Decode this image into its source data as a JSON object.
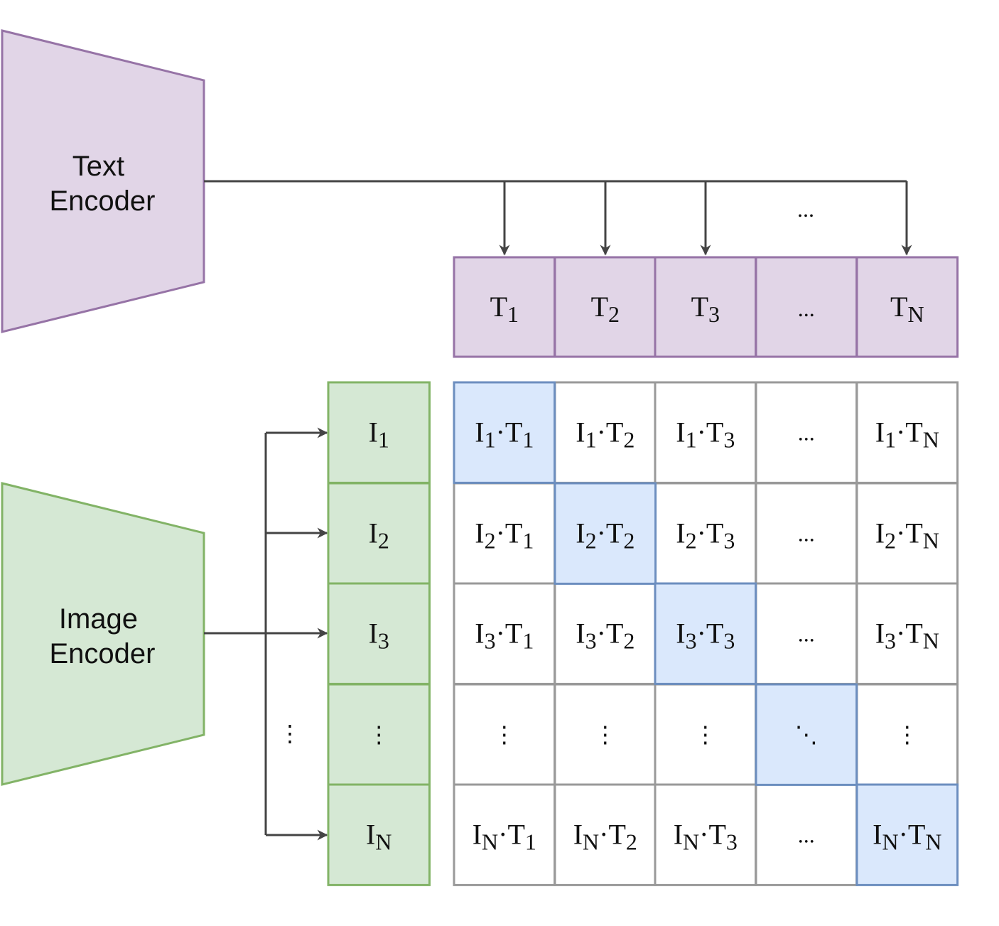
{
  "text_encoder": {
    "label_lines": [
      "Text",
      "Encoder"
    ],
    "fill": "#e1d5e7",
    "stroke": "#9673a6"
  },
  "image_encoder": {
    "label_lines": [
      "Image",
      "Encoder"
    ],
    "fill": "#d5e8d4",
    "stroke": "#82b366"
  },
  "text_embeddings": [
    {
      "base": "T",
      "sub": "1"
    },
    {
      "base": "T",
      "sub": "2"
    },
    {
      "base": "T",
      "sub": "3"
    },
    {
      "base": "...",
      "sub": ""
    },
    {
      "base": "T",
      "sub": "N"
    }
  ],
  "image_embeddings": [
    {
      "base": "I",
      "sub": "1"
    },
    {
      "base": "I",
      "sub": "2"
    },
    {
      "base": "I",
      "sub": "3"
    },
    {
      "base": "⋮",
      "sub": ""
    },
    {
      "base": "I",
      "sub": "N"
    }
  ],
  "arrow_ellipsis_top": "...",
  "arrow_ellipsis_left": "⋮",
  "matrix": {
    "row_subs": [
      "1",
      "2",
      "3",
      "",
      "N"
    ],
    "col_subs": [
      "1",
      "2",
      "3",
      "",
      "N"
    ],
    "row_ellipsis": "...",
    "col_ellipsis": "⋮",
    "diag_ellipsis": "⋱",
    "dot": "·",
    "diag_fill": "#dae8fc",
    "diag_stroke": "#6c8ebf",
    "grid_stroke": "#999999"
  },
  "colors": {
    "arrow": "#444444"
  }
}
